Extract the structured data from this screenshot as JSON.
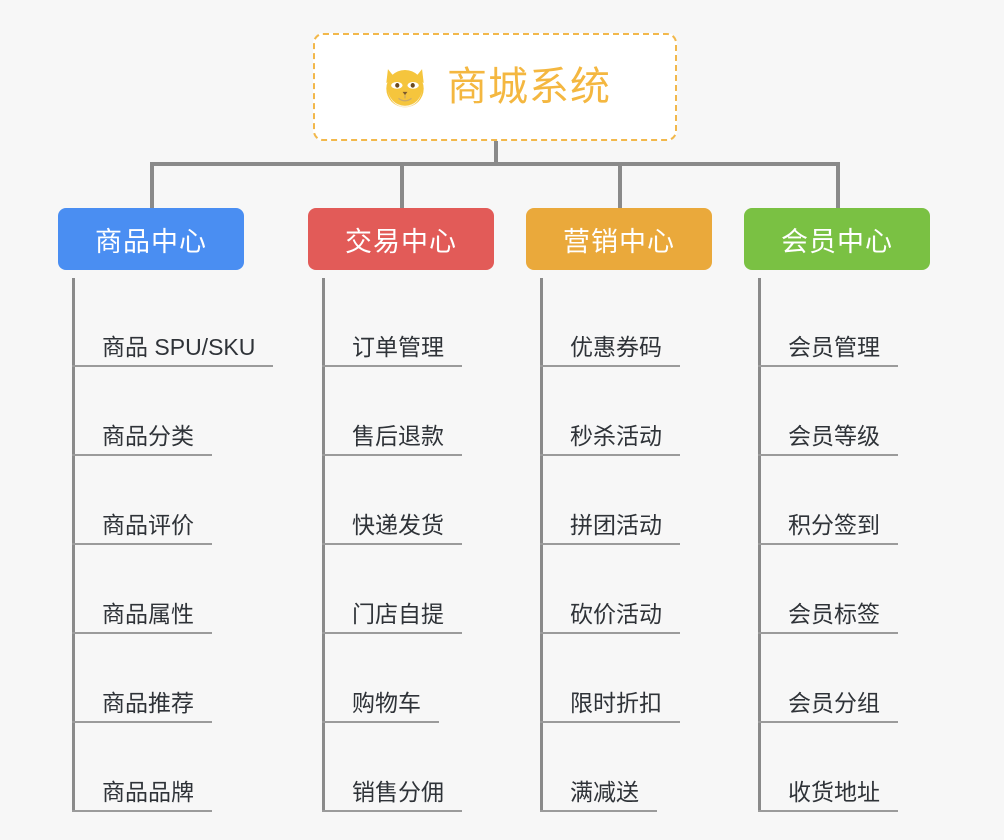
{
  "diagram": {
    "type": "tree",
    "root": {
      "title": "商城系统",
      "icon": "shiba-dog-icon",
      "border_color": "#f2b84b",
      "text_color": "#f4b740"
    },
    "connector_color": "#8a8a8a",
    "background": "#f7f7f7",
    "columns": [
      {
        "id": "product-center",
        "title": "商品中心",
        "color": "#4a8ef2",
        "items": [
          "商品 SPU/SKU",
          "商品分类",
          "商品评价",
          "商品属性",
          "商品推荐",
          "商品品牌"
        ]
      },
      {
        "id": "trade-center",
        "title": "交易中心",
        "color": "#e25b58",
        "items": [
          "订单管理",
          "售后退款",
          "快递发货",
          "门店自提",
          "购物车",
          "销售分佣"
        ]
      },
      {
        "id": "marketing-center",
        "title": "营销中心",
        "color": "#eaa93b",
        "items": [
          "优惠券码",
          "秒杀活动",
          "拼团活动",
          "砍价活动",
          "限时折扣",
          "满减送"
        ]
      },
      {
        "id": "member-center",
        "title": "会员中心",
        "color": "#7ac143",
        "items": [
          "会员管理",
          "会员等级",
          "积分签到",
          "会员标签",
          "会员分组",
          "收货地址"
        ]
      }
    ]
  }
}
